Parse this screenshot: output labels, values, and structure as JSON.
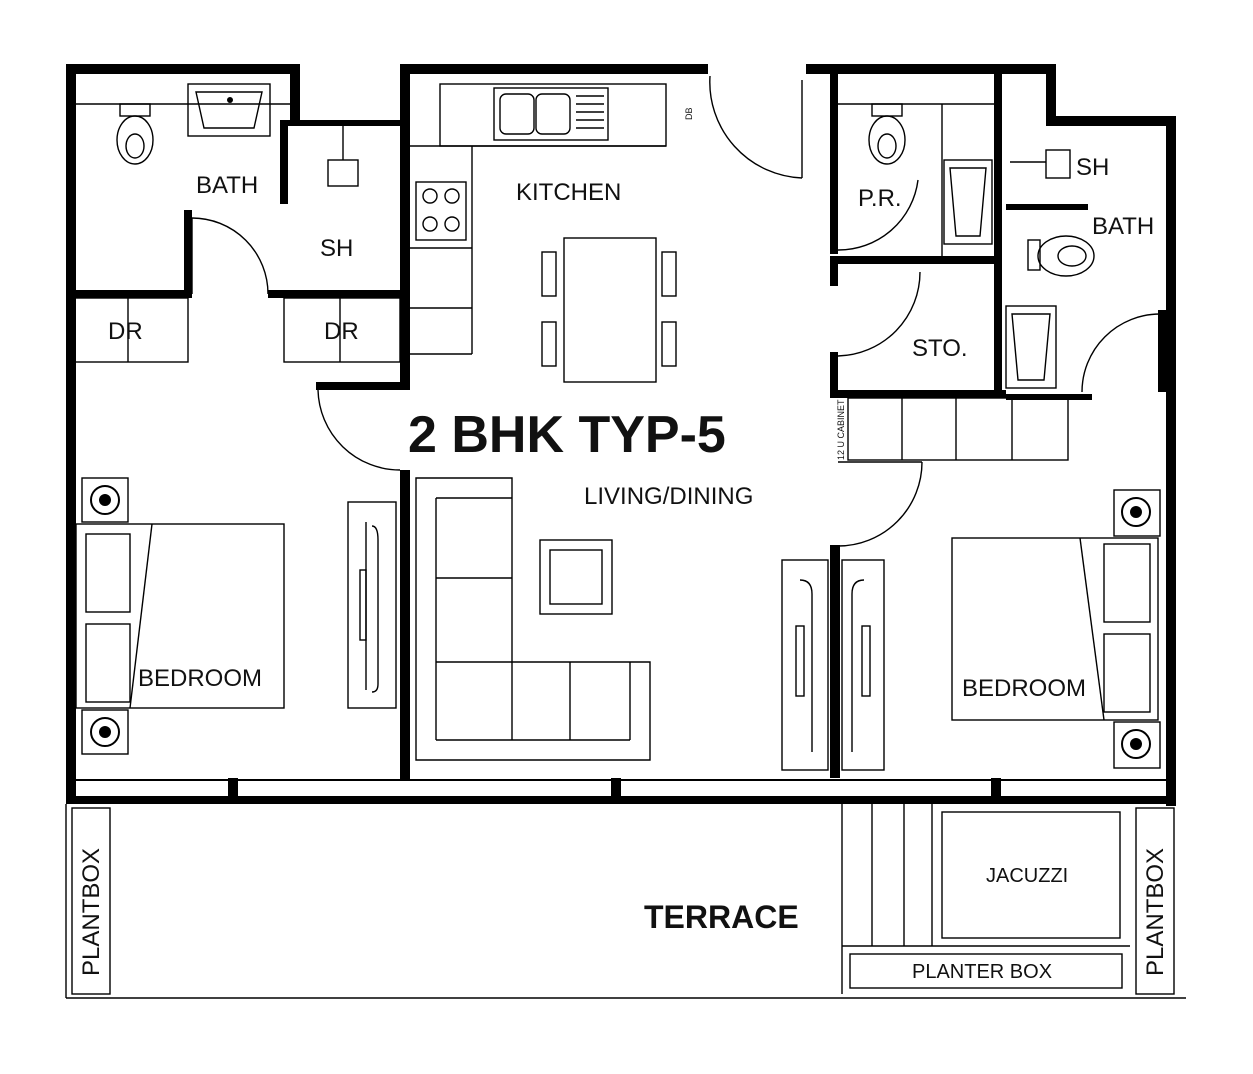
{
  "plan": {
    "title": "2 BHK TYP-5",
    "rooms": {
      "bath_left": "BATH",
      "shower_left": "SH",
      "kitchen": "KITCHEN",
      "db": "DB",
      "powder_room": "P.R.",
      "shower_right": "SH",
      "bath_right": "BATH",
      "store": "STO.",
      "dr_left": "DR",
      "dr_center": "DR",
      "cabinet": "12 U CABINET",
      "living_dining": "LIVING/DINING",
      "bedroom_left": "BEDROOM",
      "bedroom_right": "BEDROOM",
      "terrace": "TERRACE",
      "jacuzzi": "JACUZZI",
      "planter_box": "PLANTER BOX",
      "plantbox_left": "PLANTBOX",
      "plantbox_right": "PLANTBOX"
    }
  }
}
